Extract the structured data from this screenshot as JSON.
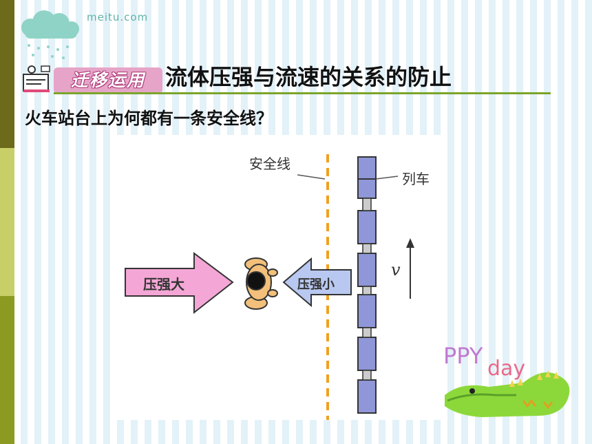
{
  "header": {
    "brand": "meitu.com",
    "badge": "迁移运用",
    "title": "流体压强与流速的关系的防止"
  },
  "question": "火车站台上为何都有一条安全线？",
  "diagram": {
    "safety_line_label": "安全线",
    "train_label": "列车",
    "velocity_label": "v",
    "high_pressure_label": "压强大",
    "low_pressure_label": "压强小"
  },
  "decoration": {
    "ppy": "PPY",
    "day": "day"
  },
  "colors": {
    "left_bar_dark": "#6e6a1c",
    "left_bar_light": "#c9cf68",
    "title_rule": "#7aa52a",
    "badge": "#e6a5c8",
    "pink_arrow": "#f4a7d6",
    "blue_arrow": "#b9c8f0",
    "train_car": "#8f97d8",
    "safety_line": "#f0a020"
  }
}
